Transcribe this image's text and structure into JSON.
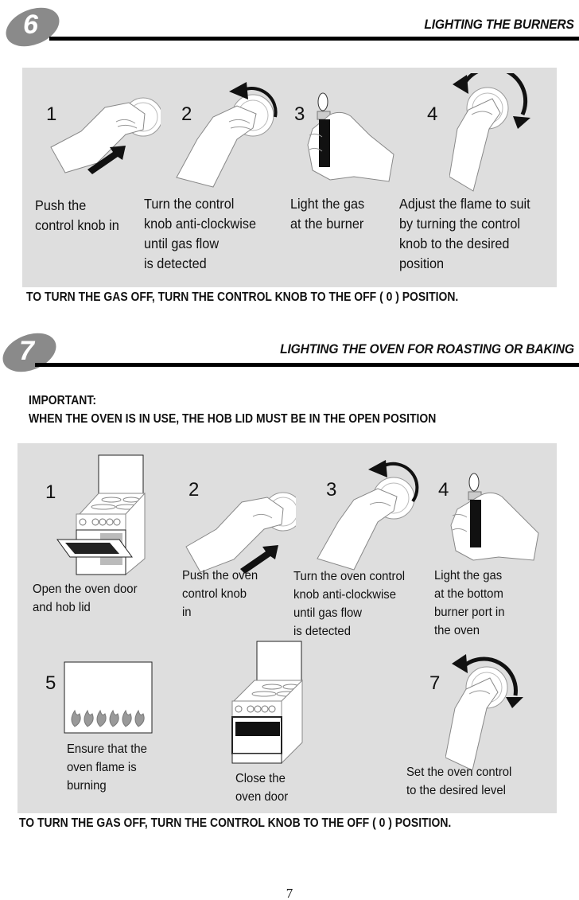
{
  "section6": {
    "number": "6",
    "title": "LIGHTING THE BURNERS",
    "steps": [
      {
        "number": "1",
        "caption": "Push the\ncontrol knob in",
        "illustration": "hand-push-knob-icon"
      },
      {
        "number": "2",
        "caption": "Turn the control\nknob anti-clockwise\nuntil gas flow\nis detected",
        "illustration": "hand-turn-knob-anticlockwise-icon"
      },
      {
        "number": "3",
        "caption": "Light the gas\nat the burner",
        "illustration": "hand-lighter-icon"
      },
      {
        "number": "4",
        "caption": "Adjust the flame to suit\nby turning the control\nknob to the desired\nposition",
        "illustration": "hand-adjust-knob-icon"
      }
    ],
    "warning": "TO TURN THE GAS OFF, TURN THE CONTROL KNOB TO THE OFF ( 0 )  POSITION."
  },
  "section7": {
    "number": "7",
    "title": "LIGHTING THE OVEN FOR ROASTING OR BAKING",
    "important_label": "IMPORTANT:",
    "important_text": "WHEN THE OVEN IS IN USE, THE HOB LID MUST BE IN THE OPEN POSITION",
    "steps": [
      {
        "number": "1",
        "caption": "Open the oven door\nand hob lid",
        "illustration": "cooker-open-door-icon"
      },
      {
        "number": "2",
        "caption": "Push the oven\ncontrol knob\nin",
        "illustration": "hand-push-knob-icon"
      },
      {
        "number": "3",
        "caption": "Turn the oven control\nknob anti-clockwise\nuntil gas flow\nis detected",
        "illustration": "hand-turn-knob-anticlockwise-icon"
      },
      {
        "number": "4",
        "caption": "Light the gas\nat the bottom\nburner port in\nthe oven",
        "illustration": "hand-lighter-icon"
      },
      {
        "number": "5",
        "caption": "Ensure that the\noven flame is\nburning",
        "illustration": "oven-flames-icon"
      },
      {
        "number": "",
        "caption": "Close the\noven door",
        "illustration": "cooker-closed-door-icon"
      },
      {
        "number": "7",
        "caption": "Set the oven control\nto the desired level",
        "illustration": "hand-adjust-knob-icon"
      }
    ],
    "warning": "TO TURN THE GAS OFF, TURN THE CONTROL KNOB TO THE OFF ( 0 ) POSITION."
  },
  "page_number": "7",
  "colors": {
    "panel": "#dedede",
    "badge": "#8a8a8a",
    "rule": "#000000"
  }
}
